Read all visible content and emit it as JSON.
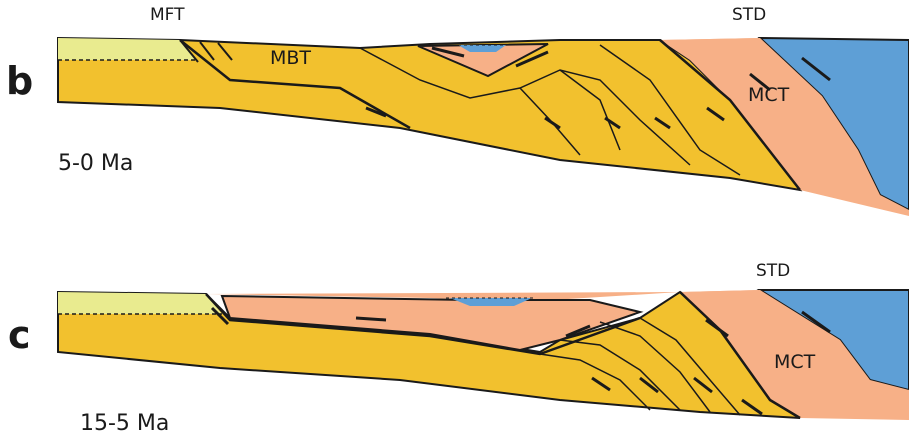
{
  "colors": {
    "sediment_yellow": "#f2c12e",
    "foreland_pale": "#e9eb8f",
    "crystalline_salmon": "#f7b087",
    "tethyan_blue": "#5e9fd6",
    "outline": "#1a1a1a"
  },
  "panels": [
    {
      "letter": "b",
      "age": "5-0 Ma",
      "labels": {
        "mft": "MFT",
        "mbt": "MBT",
        "std": "STD",
        "mct": "MCT"
      }
    },
    {
      "letter": "c",
      "age": "15-5 Ma",
      "labels": {
        "std": "STD",
        "mct": "MCT"
      }
    }
  ]
}
